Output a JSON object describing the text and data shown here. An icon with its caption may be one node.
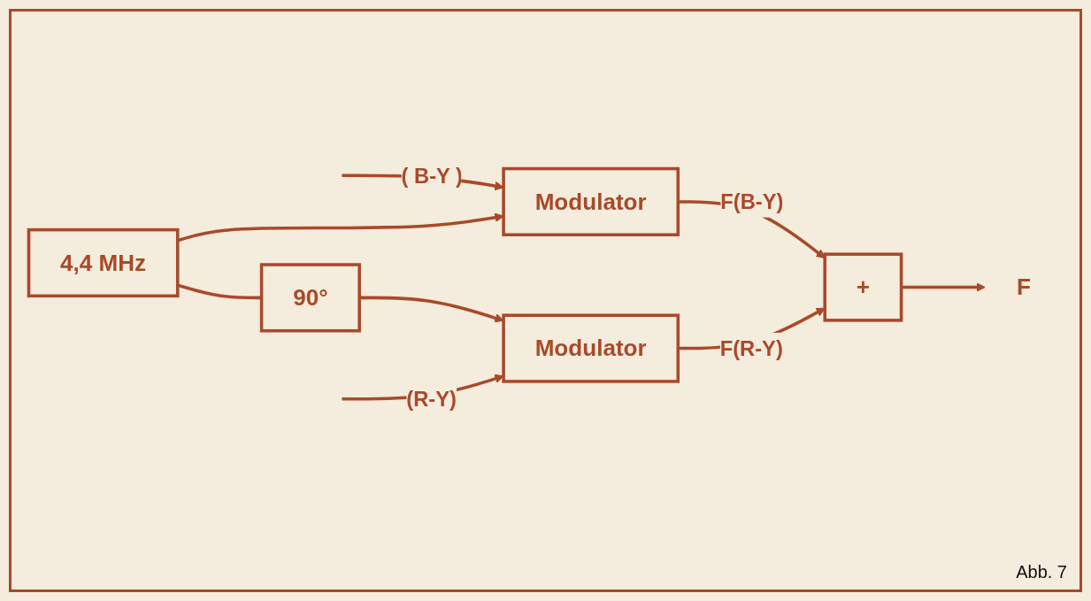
{
  "diagram": {
    "caption": "Abb. 7",
    "nodes": [
      {
        "text": [
          "Modulator"
        ]
      },
      {
        "text": [
          "4,4 MHz"
        ]
      },
      {
        "text": [
          "90°"
        ]
      },
      {
        "text": [
          "+"
        ]
      },
      {
        "text": [
          "Modulator"
        ]
      },
      {
        "text": [
          "F"
        ]
      }
    ],
    "edges": [
      {
        "from": null,
        "to": 0,
        "arrow": "to",
        "label": "( B-Y )"
      },
      {
        "from": 1,
        "to": 0,
        "arrow": "to"
      },
      {
        "from": 1,
        "to": 2,
        "arrow": "none"
      },
      {
        "from": 2,
        "to": 4,
        "arrow": "to"
      },
      {
        "from": null,
        "to": 4,
        "arrow": "to",
        "label": "(R-Y)"
      },
      {
        "from": 0,
        "to": 3,
        "arrow": "to",
        "label": "F(B-Y)"
      },
      {
        "from": 4,
        "to": 3,
        "arrow": "to",
        "label": "F(R-Y)"
      },
      {
        "from": 3,
        "to": 5,
        "arrow": "to"
      }
    ]
  }
}
